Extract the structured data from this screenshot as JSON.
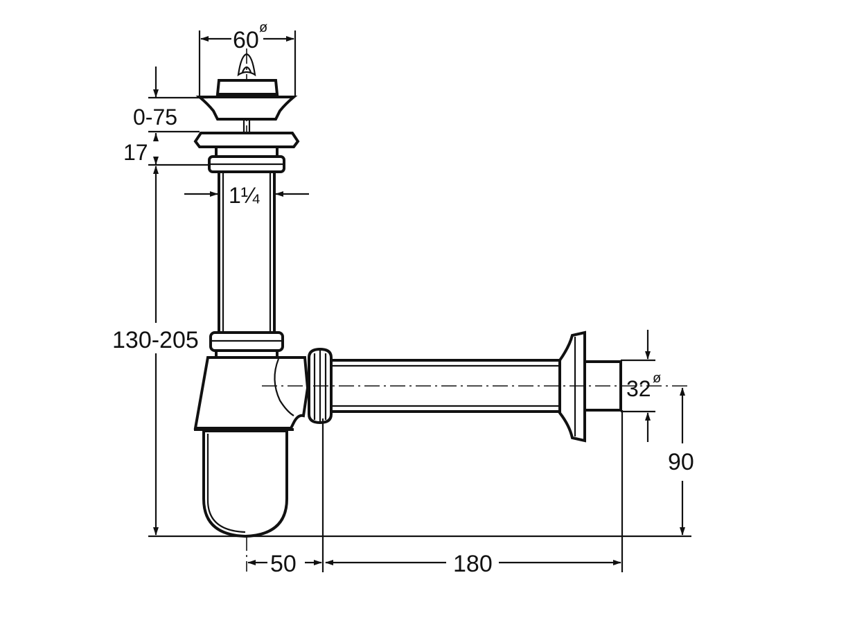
{
  "diagram": {
    "labels": {
      "diameter_top": "60",
      "diameter_top_symbol": "ø",
      "stopper_travel": "0-75",
      "flange_height": "17",
      "pipe_thread": "1¼",
      "height_range": "130-205",
      "outlet_diameter": "32",
      "outlet_diameter_symbol": "ø",
      "outlet_height": "90",
      "offset_centre": "50",
      "outlet_length": "180"
    },
    "colors": {
      "line": "#111111",
      "background": "#ffffff"
    }
  }
}
